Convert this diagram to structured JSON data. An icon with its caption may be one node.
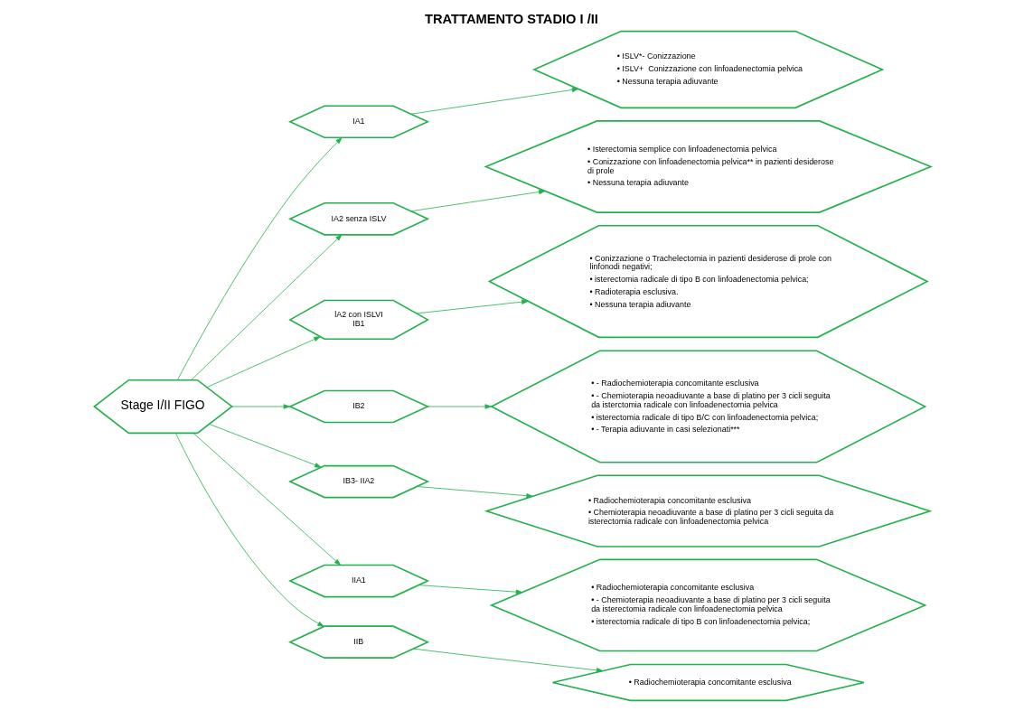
{
  "diagram": {
    "title": "TRATTAMENTO STADIO I /II",
    "nodes": [
      {
        "text": [
          "Stage I/II FIGO"
        ]
      },
      {
        "text": [
          "IA1"
        ]
      },
      {
        "text": [
          "IA2 senza ISLV"
        ]
      },
      {
        "text": [
          "lA2 con ISLVI",
          "IB1"
        ]
      },
      {
        "text": [
          "IB2"
        ]
      },
      {
        "text": [
          "IB3- IIA2"
        ]
      },
      {
        "text": [
          "IIA1"
        ]
      },
      {
        "text": [
          "IIB"
        ]
      },
      {
        "text": [
          "• ISLV*- Conizzazione",
          "• ISLV+  Conizzazione con linfoadenectomia pelvica",
          "• Nessuna terapia adiuvante"
        ]
      },
      {
        "text": [
          "• Isterectomia semplice con linfoadenectomia pelvica",
          "• Conizzazione con linfoadenectomia pelvica** in pazienti desiderose di prole",
          "• Nessuna terapia adiuvante"
        ]
      },
      {
        "text": [
          "• Conizzazione o Trachelectomia in pazienti desiderose di prole con linfonodi negativi;",
          "• isterectomia radicale di tipo B con linfoadenectomia pelvica;",
          "• Radioterapia esclusiva.",
          "• Nessuna terapia adiuvante"
        ]
      },
      {
        "text": [
          "• - Radiochemioterapia concomitante esclusiva",
          "• - Chemioterapia neoadiuvante a base di platino per 3 cicli seguita da isterctomia radicale con linfoadenectomia pelvica",
          "• isterectomia radicale di tipo B/C con linfoadenectomia pelvica;",
          "• - Terapia adiuvante in casi selezionati***"
        ]
      },
      {
        "text": [
          "• Radiochemioterapia concomitante esclusiva",
          "• Chemioterapia neoadiuvante a base di platino per 3 cicli seguita da isterectomia radicale con linfoadenectomia pelvica"
        ]
      },
      {
        "text": [
          "• Radiochemioterapia concomitante esclusiva",
          "• - Chemioterapia neoadiuvante a base di platino per 3 cicli seguita da isterectomia radicale con linfoadenectomia pelvica",
          "• isterectomia radicale di tipo B con linfoadenectomia pelvica;"
        ]
      },
      {
        "text": [
          "• Radiochemioterapia concomitante esclusiva"
        ]
      }
    ],
    "edges": [
      {
        "from": 0,
        "to": 1,
        "arrow": "to"
      },
      {
        "from": 0,
        "to": 2,
        "arrow": "to"
      },
      {
        "from": 0,
        "to": 3,
        "arrow": "to"
      },
      {
        "from": 0,
        "to": 4,
        "arrow": "to"
      },
      {
        "from": 0,
        "to": 5,
        "arrow": "to"
      },
      {
        "from": 0,
        "to": 6,
        "arrow": "to"
      },
      {
        "from": 0,
        "to": 7,
        "arrow": "to"
      },
      {
        "from": 1,
        "to": 8,
        "arrow": "to"
      },
      {
        "from": 2,
        "to": 9,
        "arrow": "to"
      },
      {
        "from": 3,
        "to": 10,
        "arrow": "to"
      },
      {
        "from": 4,
        "to": 11,
        "arrow": "to"
      },
      {
        "from": 5,
        "to": 12,
        "arrow": "to"
      },
      {
        "from": 6,
        "to": 13,
        "arrow": "to"
      },
      {
        "from": 7,
        "to": 14,
        "arrow": "to"
      }
    ]
  }
}
